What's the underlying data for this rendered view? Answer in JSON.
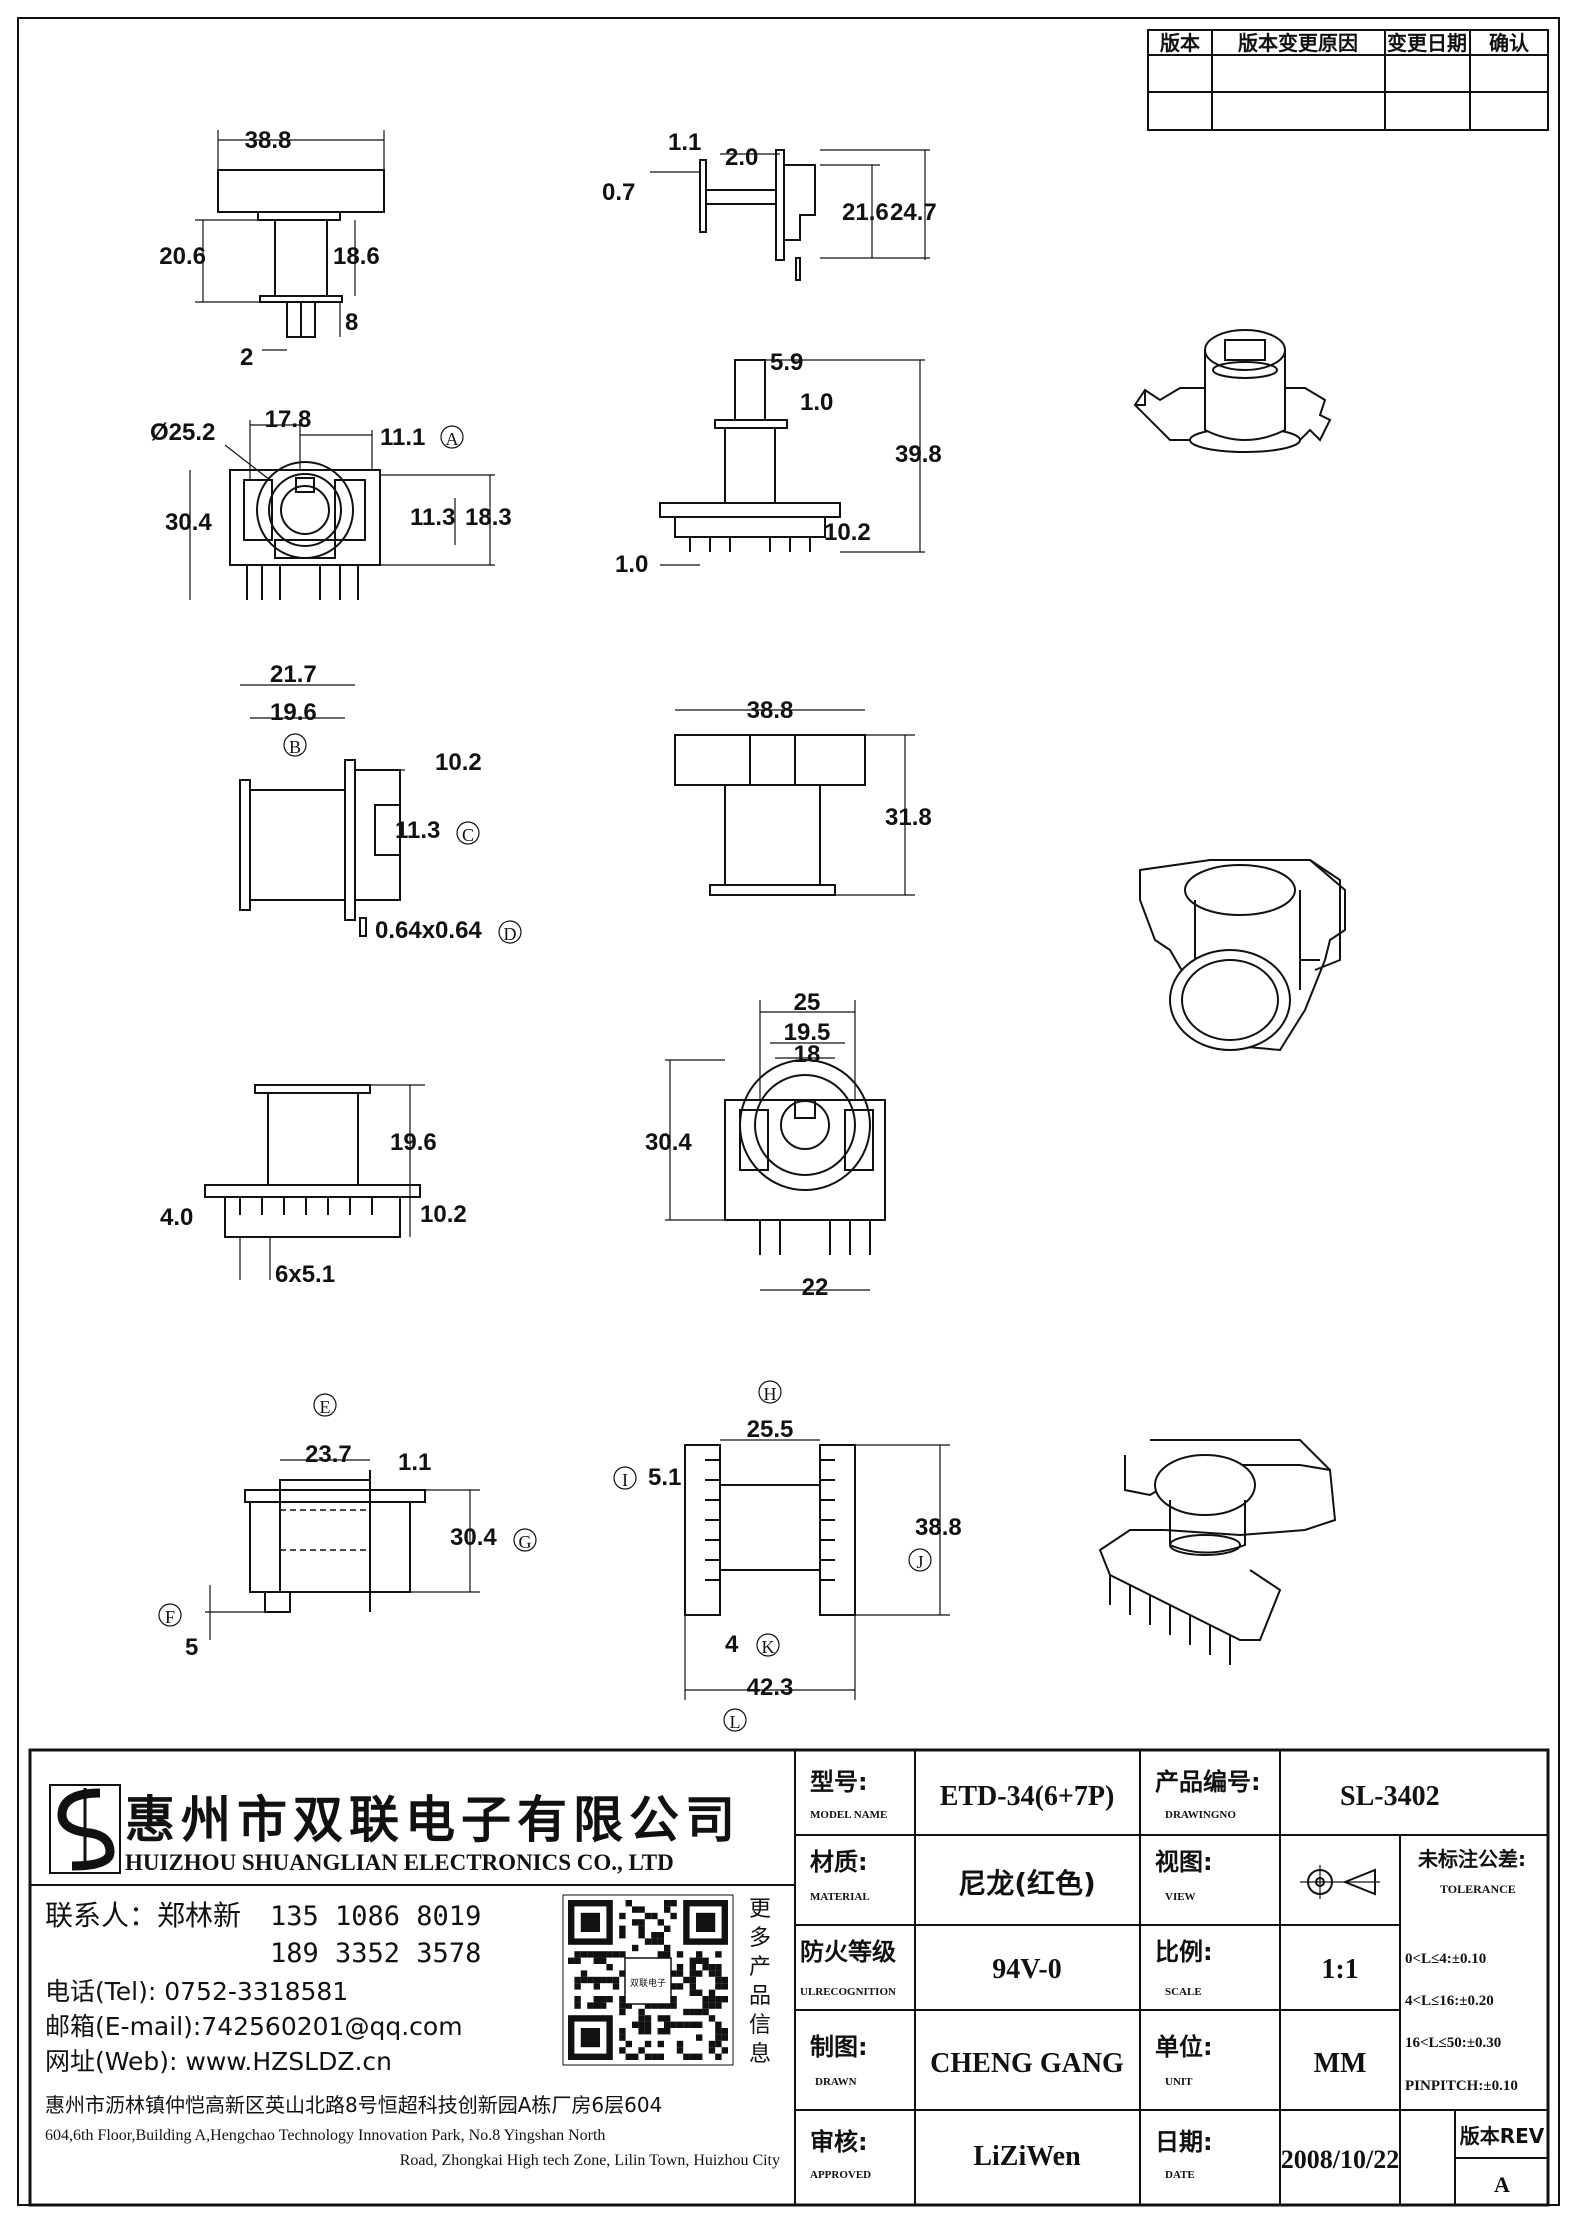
{
  "revision_table": {
    "headers": [
      "版本",
      "版本变更原因",
      "变更日期",
      "确认"
    ],
    "rows": [
      [
        "",
        "",
        "",
        ""
      ],
      [
        "",
        "",
        "",
        ""
      ]
    ]
  },
  "views": {
    "front_top": {
      "width": "38.8",
      "height_total": "20.6",
      "height_body": "18.6",
      "pin_len": "8",
      "pin_w": "2"
    },
    "side_top": {
      "d1": "1.1",
      "d2": "2.0",
      "d3": "0.7",
      "h1": "21.6",
      "h2": "24.7"
    },
    "bottom_view": {
      "dia": "Ø25.2",
      "w1": "17.8",
      "w2": "11.1",
      "tag": "A",
      "h1": "30.4",
      "h2": "11.3",
      "h3": "18.3"
    },
    "side_mid": {
      "w": "5.9",
      "t": "1.0",
      "h": "39.8",
      "pin": "10.2",
      "base": "1.0"
    },
    "view3_left": {
      "w1": "21.7",
      "w2": "19.6",
      "tag_b": "B",
      "w3": "10.2",
      "h": "11.3",
      "tag_c": "C",
      "pin": "0.64x0.64",
      "tag_d": "D"
    },
    "view3_mid": {
      "w": "38.8",
      "h": "31.8"
    },
    "view4_left": {
      "h": "19.6",
      "base": "4.0",
      "pin": "10.2",
      "pitch": "6x5.1"
    },
    "view4_mid": {
      "w1": "25",
      "w2": "19.5",
      "w3": "18",
      "h": "30.4",
      "pin_span": "22"
    },
    "view5_left": {
      "tag_e": "E",
      "w": "23.7",
      "t": "1.1",
      "h": "30.4",
      "tag_g": "G",
      "tag_f": "F",
      "pin": "5"
    },
    "view5_mid": {
      "tag_h": "H",
      "w": "25.5",
      "tag_i": "I",
      "p": "5.1",
      "h": "38.8",
      "tag_j": "J",
      "pin": "4",
      "tag_k": "K",
      "total": "42.3",
      "tag_l": "L"
    }
  },
  "title_block": {
    "company_cn": "惠州市双联电子有限公司",
    "company_en": "HUIZHOU SHUANGLIAN ELECTRONICS CO., LTD",
    "contact_label": "联系人：郑林新",
    "phone1": "135 1086 8019",
    "phone2": "189 3352 3578",
    "tel": "电话(Tel): 0752-3318581",
    "email": "邮箱(E-mail):742560201@qq.com",
    "web": "网址(Web): www.HZSLDZ.cn",
    "qr_caption": [
      "更",
      "多",
      "产",
      "品",
      "信",
      "息"
    ],
    "qr_center": "双联电子",
    "address_cn": "惠州市沥林镇仲恺高新区英山北路8号恒超科技创新园A栋厂房6层604",
    "address_en1": "604,6th Floor,Building A,Hengchao Technology Innovation Park, No.8 Yingshan North",
    "address_en2": "Road, Zhongkai High tech Zone, Lilin Town, Huizhou City",
    "model_label": "型号:",
    "model_label_en": "MODEL NAME",
    "model": "ETD-34(6+7P)",
    "drawing_label": "产品编号:",
    "drawing_label_en": "DRAWINGNO",
    "drawing": "SL-3402",
    "material_label": "材质:",
    "material_label_en": "MATERIAL",
    "material": "尼龙(红色)",
    "view_label": "视图:",
    "view_label_en": "VIEW",
    "tolerance_label": "未标注公差:",
    "tolerance_label_en": "TOLERANCE",
    "tolerances": [
      "0<L≤4:±0.10",
      "4<L≤16:±0.20",
      "16<L≤50:±0.30",
      "PINPITCH:±0.10"
    ],
    "fire_label": "防火等级",
    "fire_label_en": "ULRECOGNITION",
    "fire": "94V-0",
    "scale_label": "比例:",
    "scale_label_en": "SCALE",
    "scale": "1:1",
    "drawn_label": "制图:",
    "drawn_label_en": "DRAWN",
    "drawn": "CHENG GANG",
    "unit_label": "单位:",
    "unit_label_en": "UNIT",
    "unit": "MM",
    "approved_label": "审核:",
    "approved_label_en": "APPROVED",
    "approved": "LiZiWen",
    "date_label": "日期:",
    "date_label_en": "DATE",
    "date": "2008/10/22",
    "rev_label": "版本REV",
    "rev": "A"
  }
}
